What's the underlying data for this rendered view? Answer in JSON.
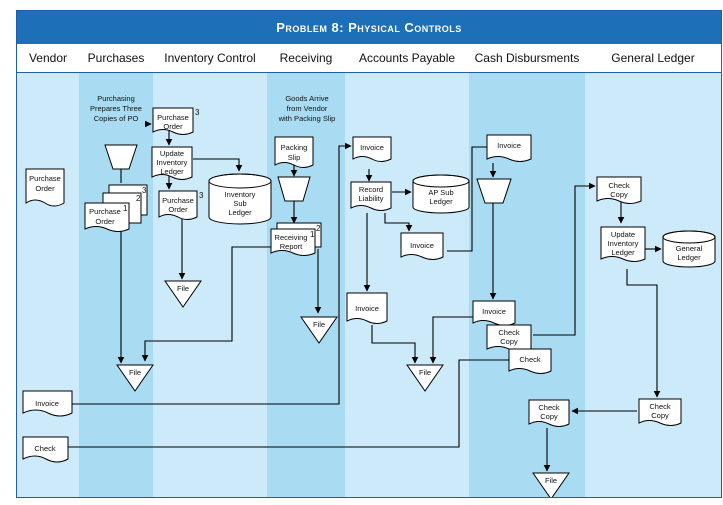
{
  "title": "Problem 8: Physical Controls",
  "columns": [
    "Vendor",
    "Purchases",
    "Inventory Control",
    "Receiving",
    "Accounts Payable",
    "Cash Disbursments",
    "General Ledger"
  ],
  "lane_colors": {
    "dark": "#a9dcf3",
    "light": "#cdeafa"
  },
  "notes": {
    "purchasing": [
      "Purchasing",
      "Prepares Three",
      "Copies of PO"
    ],
    "goods": [
      "Goods Arrive",
      "from Vendor",
      "with Packing Slip"
    ]
  },
  "docs": {
    "purchase_order": [
      "Purchase",
      "Order"
    ],
    "update_inventory_ledger": [
      "Update",
      "Inventory",
      "Ledger"
    ],
    "inventory_sub_ledger": [
      "Inventory",
      "Sub",
      "Ledger"
    ],
    "packing_slip": [
      "Packing",
      "Slip"
    ],
    "receiving_report": [
      "Receiving",
      "Report"
    ],
    "invoice": "Invoice",
    "record_liability": [
      "Record",
      "Liability"
    ],
    "ap_sub_ledger": [
      "AP Sub",
      "Ledger"
    ],
    "check": "Check",
    "check_copy": [
      "Check",
      "Copy"
    ],
    "general_ledger": [
      "General",
      "Ledger"
    ],
    "file": "File",
    "copy_1": "1",
    "copy_2": "2",
    "copy_3": "3"
  }
}
